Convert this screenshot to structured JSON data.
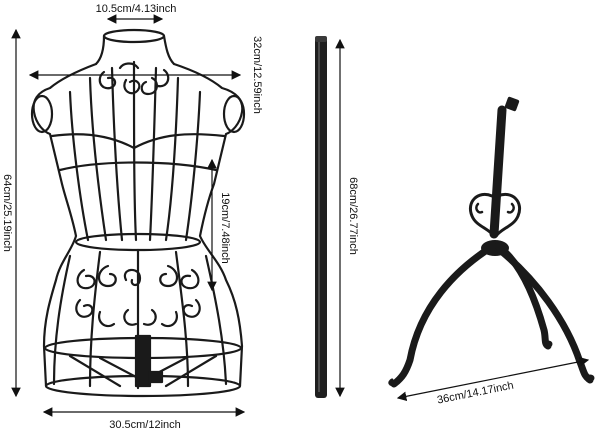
{
  "dimensions": {
    "neck_width": "10.5cm/4.13inch",
    "shoulder_width": "32cm/12.59inch",
    "body_height": "64cm/25.19inch",
    "waist_to_hip": "19cm/7.48inch",
    "base_width": "30.5cm/12inch",
    "pole_height": "68cm/26.77inch",
    "tripod_span": "36cm/14.17inch"
  },
  "colors": {
    "wire": "#1a1a1a",
    "arrow": "#111111",
    "background": "#ffffff"
  }
}
